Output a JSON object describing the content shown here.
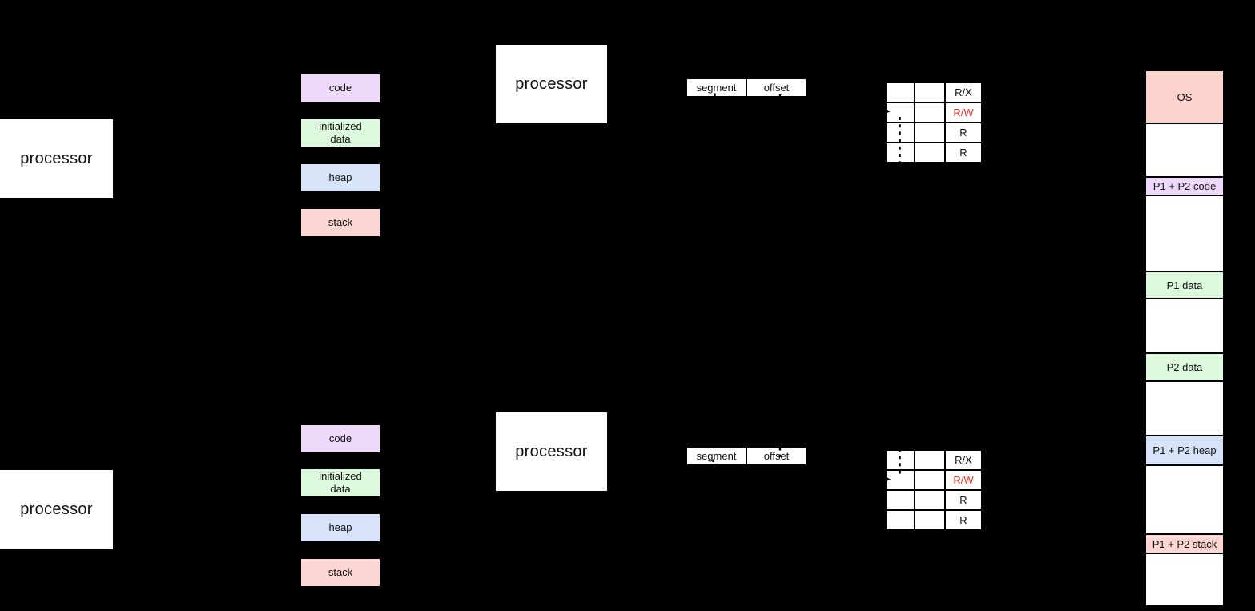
{
  "background_color": "#000000",
  "text_color": "#101010",
  "icons": {
    "arrowhead_right": "▶",
    "dashed_line": "┆"
  },
  "processors": {
    "p1_top_label": "processor",
    "p1_mmu_label": "processor",
    "p2_bottom_label": "processor",
    "p2_mmu_label": "processor"
  },
  "segments": {
    "items": [
      {
        "label": "code",
        "color": "#eed9fb"
      },
      {
        "label": "initialized data",
        "color": "#dcf8dd"
      },
      {
        "label": "heap",
        "color": "#d6e3f8"
      },
      {
        "label": "stack",
        "color": "#fbd6d3"
      }
    ]
  },
  "logical_address": {
    "segment_label": "segment",
    "offset_label": "offset"
  },
  "segment_table": {
    "rows": [
      {
        "base": "",
        "limit": "",
        "perm": "R/X",
        "perm_color": "#101010"
      },
      {
        "base": "",
        "limit": "",
        "perm": "R/W",
        "perm_color": "#fb2d22"
      },
      {
        "base": "",
        "limit": "",
        "perm": "R",
        "perm_color": "#101010"
      },
      {
        "base": "",
        "limit": "",
        "perm": "R",
        "perm_color": "#101010"
      }
    ]
  },
  "physical_memory": {
    "cells": [
      {
        "label": "OS",
        "color": "#fcd2cd"
      },
      {
        "label": "",
        "color": "#ffffff"
      },
      {
        "label": "P1 + P2 code",
        "color": "#eed9fb"
      },
      {
        "label": "",
        "color": "#ffffff"
      },
      {
        "label": "P1 data",
        "color": "#dcf8dd"
      },
      {
        "label": "",
        "color": "#ffffff"
      },
      {
        "label": "P2 data",
        "color": "#dcf8dd"
      },
      {
        "label": "",
        "color": "#ffffff"
      },
      {
        "label": "P1 + P2 heap",
        "color": "#d6e3f8"
      },
      {
        "label": "",
        "color": "#ffffff"
      },
      {
        "label": "P1 + P2 stack",
        "color": "#fbd6d3"
      },
      {
        "label": "",
        "color": "#ffffff"
      }
    ]
  }
}
